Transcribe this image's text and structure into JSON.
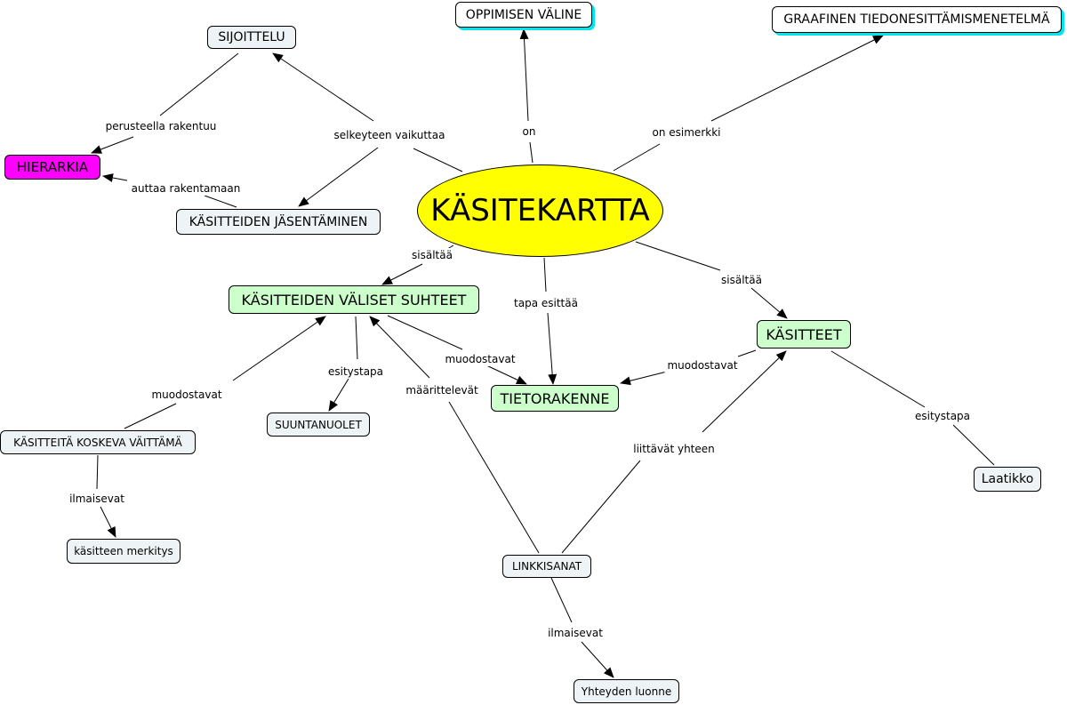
{
  "colors": {
    "center_fill": "#ffff00",
    "concept_fill": "#ccffcc",
    "hierarchy_fill": "#ff00ff",
    "node_fill": "#eef3f6",
    "shadow": "#00e5ee"
  },
  "nodes": {
    "center": "KÄSITEKARTTA",
    "sijoittelu": "SIJOITTELU",
    "oppimisen_valine": "OPPIMISEN VÄLINE",
    "graafinen": "GRAAFINEN TIEDONESITTÄMISMENETELMÄ",
    "hierarkia": "HIERARKIA",
    "jasentaminen": "KÄSITTEIDEN JÄSENTÄMINEN",
    "valiset_suhteet": "KÄSITTEIDEN VÄLISET SUHTEET",
    "kasitteet": "KÄSITTEET",
    "tietorakenne": "TIETORAKENNE",
    "suuntanuolet": "SUUNTANUOLET",
    "vaittama": "KÄSITTEITÄ KOSKEVA VÄITTÄMÄ",
    "merkitys": "käsitteen merkitys",
    "laatikko": "Laatikko",
    "linkkisanat": "LINKKISANAT",
    "yhteyden_luonne": "Yhteyden luonne"
  },
  "links": {
    "perusteella_rakentuu": "perusteella rakentuu",
    "selkeyteen_vaikuttaa": "selkeyteen vaikuttaa",
    "on": "on",
    "on_esimerkki": "on esimerkki",
    "auttaa_rakentamaan": "auttaa rakentamaan",
    "sisaltaa_left": "sisältää",
    "tapa_esittaa": "tapa esittää",
    "sisaltaa_right": "sisältää",
    "muodostavat_mid": "muodostavat",
    "esitystapa_left": "esitystapa",
    "maarittelevat": "määrittelevät",
    "muodostavat_right": "muodostavat",
    "muodostavat_left": "muodostavat",
    "esitystapa_right": "esitystapa",
    "liittavat_yhteen": "liittävät yhteen",
    "ilmaisevat_left": "ilmaisevat",
    "ilmaisevat_bottom": "ilmaisevat"
  }
}
